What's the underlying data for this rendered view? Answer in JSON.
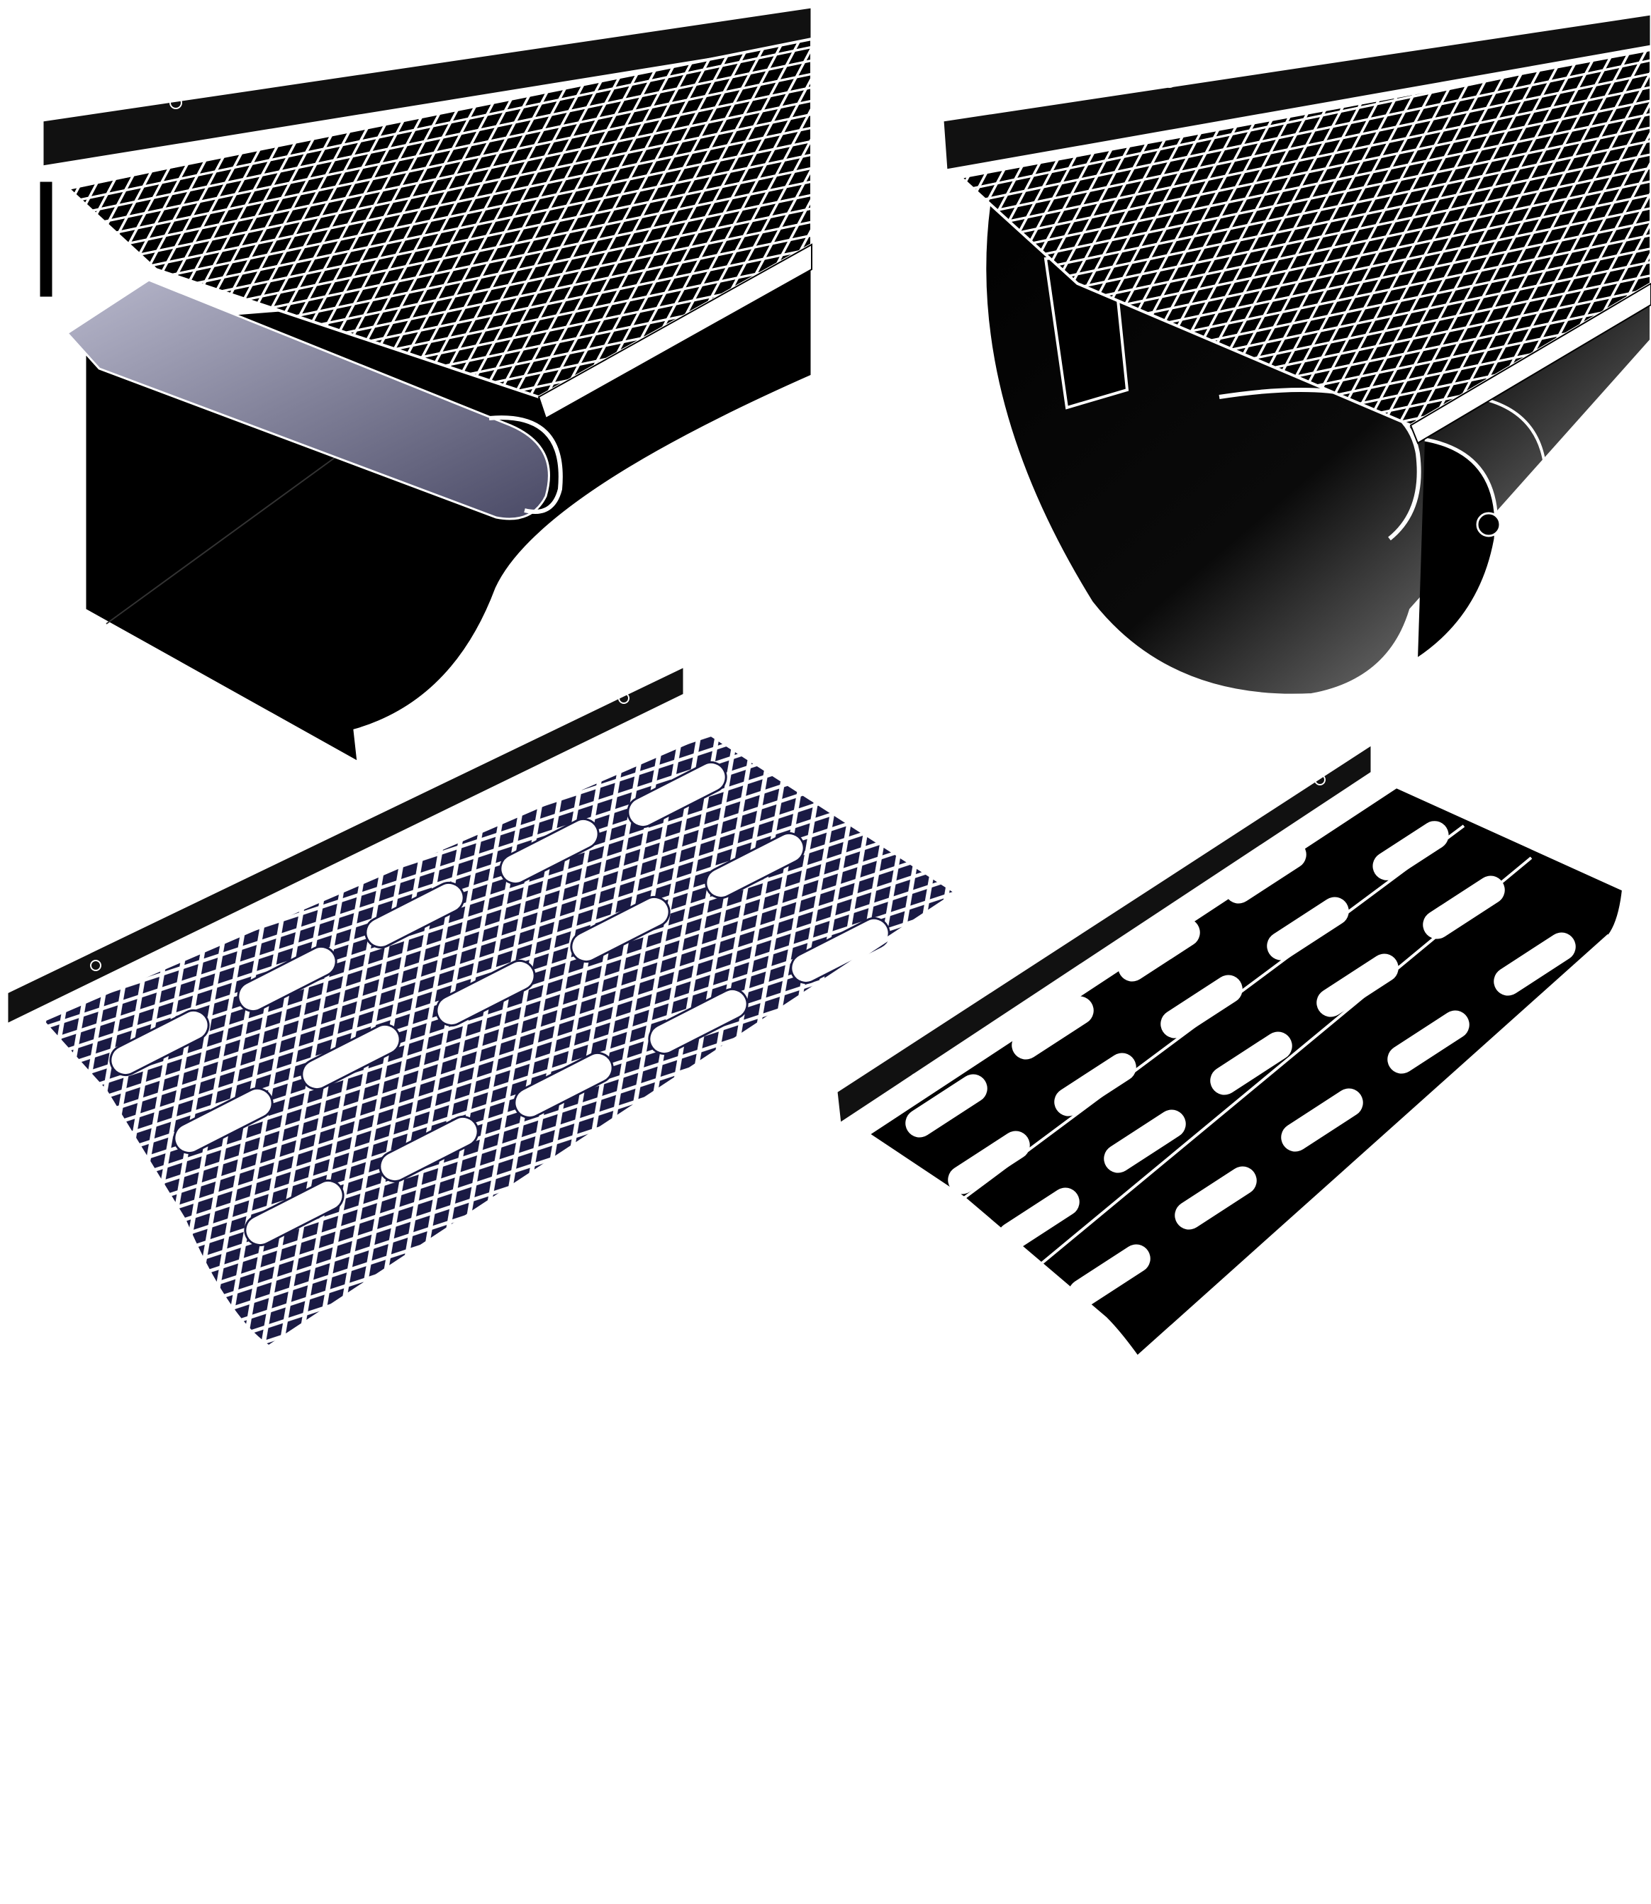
{
  "figures": [
    {
      "id": "k-style-gutter-with-mesh-guard",
      "profile": "k-style"
    },
    {
      "id": "half-round-gutter-with-mesh-guard",
      "profile": "half-round"
    },
    {
      "id": "mesh-over-slotted-guard-panel",
      "surface": "mesh"
    },
    {
      "id": "slotted-guard-panel",
      "surface": "solid"
    }
  ],
  "colors": {
    "background": "#ffffff",
    "metal": "#000000",
    "outline": "#ffffff",
    "mesh_navy": "#1a1a44",
    "inner_channel": "#8a8aa8",
    "panel_slot": "#ffffff"
  }
}
